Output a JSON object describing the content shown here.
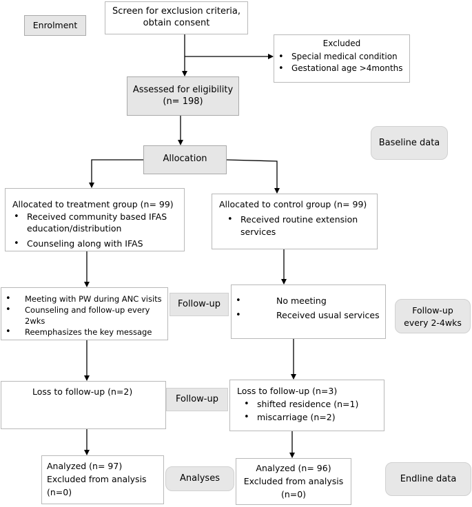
{
  "enrolment": "Enrolment",
  "screen": [
    "Screen for exclusion criteria,",
    "obtain consent"
  ],
  "excluded": {
    "title": "Excluded",
    "items": [
      "Special medical condition",
      "Gestational age >4months"
    ]
  },
  "assessed": [
    "Assessed for eligibility",
    "(n= 198)"
  ],
  "baseline": "Baseline data",
  "allocation": "Allocation",
  "treatment": {
    "title": "Allocated to treatment group (n= 99)",
    "items": [
      "Received community based IFAS education/distribution",
      "Counseling along with IFAS"
    ]
  },
  "control": {
    "title": "Allocated to control group (n= 99)",
    "items": [
      "Received routine extension services"
    ]
  },
  "treat_followup": {
    "items": [
      "Meeting with PW during ANC visits",
      "Counseling  and follow-up every 2wks",
      "Reemphasizes the key message"
    ]
  },
  "followup_label_1": "Follow-up",
  "control_followup": {
    "items": [
      "No meeting",
      "Received usual services"
    ]
  },
  "followup_2_4": [
    "Follow-up",
    "every 2-4wks"
  ],
  "treat_loss": "Loss to follow-up (n=2)",
  "followup_label_2": "Follow-up",
  "control_loss": {
    "title": "Loss to follow-up (n=3)",
    "items": [
      "shifted residence (n=1)",
      "miscarriage (n=2)"
    ]
  },
  "treat_analyzed": [
    "Analyzed (n= 97)",
    "Excluded from analysis",
    "(n=0)"
  ],
  "analyses": "Analyses",
  "control_analyzed": [
    "Analyzed (n= 96)",
    "Excluded from analysis",
    "(n=0)"
  ],
  "endline": "Endline data"
}
